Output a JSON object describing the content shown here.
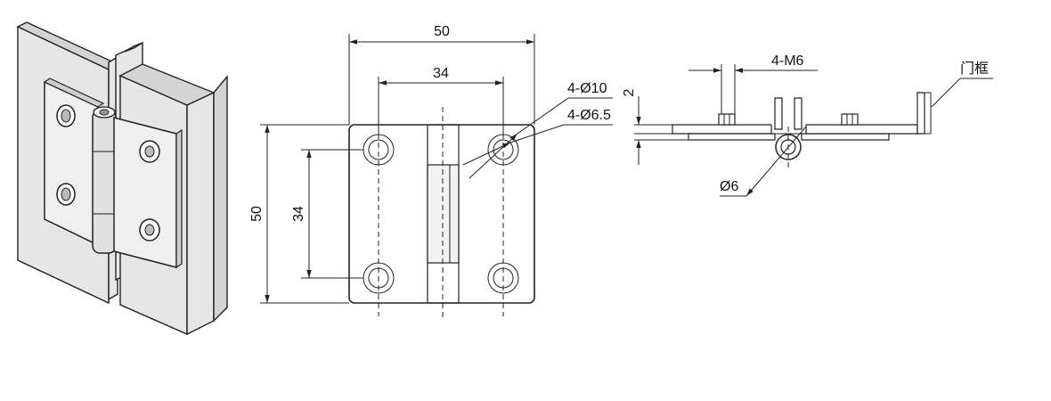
{
  "front_view": {
    "overall_width": "50",
    "hole_spacing_x": "34",
    "overall_height": "50",
    "hole_spacing_y": "34",
    "counterbore_dia": "4-Ø10",
    "hole_dia": "4-Ø6.5"
  },
  "side_view": {
    "thread": "4-M6",
    "thickness": "2",
    "pin_dia": "Ø6",
    "frame_label": "门框"
  }
}
